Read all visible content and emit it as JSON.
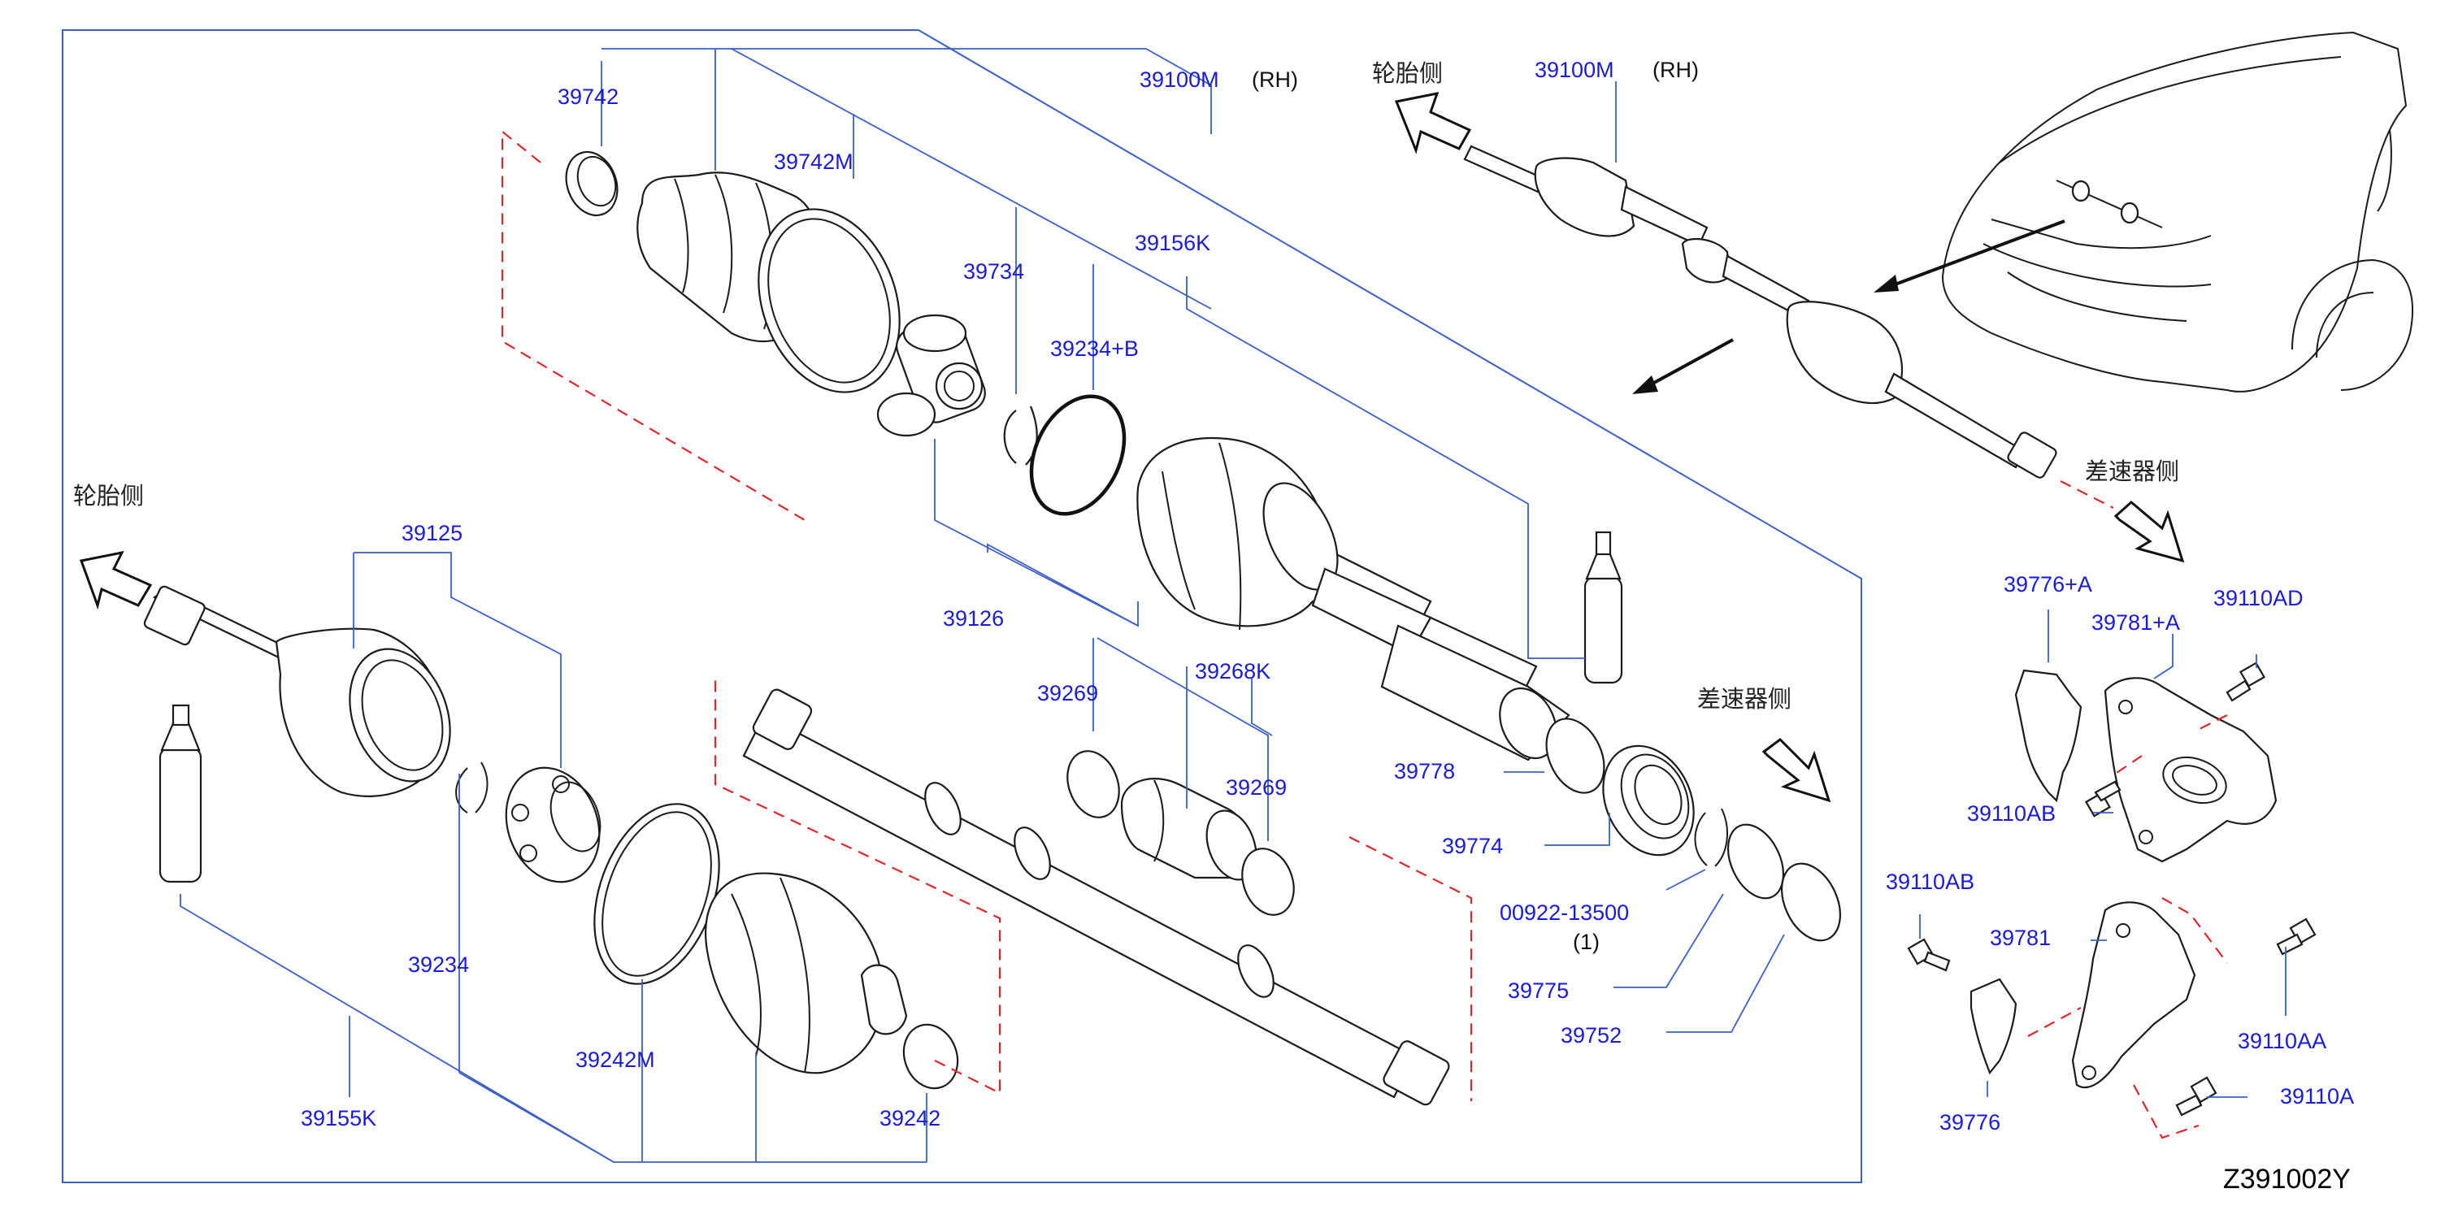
{
  "diagram": {
    "code": "Z391002Y",
    "side_labels": {
      "wheel_side": "轮胎侧",
      "diff_side": "差速器侧"
    },
    "rh_tag": "(RH)",
    "labels": {
      "p39742": "39742",
      "p39742M": "39742M",
      "p39100M_main": "39100M",
      "p39156K": "39156K",
      "p39734": "39734",
      "p39234B": "39234+B",
      "p39125": "39125",
      "p39126": "39126",
      "p39269_a": "39269",
      "p39268K": "39268K",
      "p39269_b": "39269",
      "p39778": "39778",
      "p39774": "39774",
      "p00922": "00922-13500",
      "qty1": "(1)",
      "p39775": "39775",
      "p39752": "39752",
      "p39234": "39234",
      "p39242M": "39242M",
      "p39242": "39242",
      "p39155K": "39155K",
      "p39100M_inset": "39100M",
      "p39776A": "39776+A",
      "p39781A": "39781+A",
      "p39110AD": "39110AD",
      "p39110AB_a": "39110AB",
      "p39110AB_b": "39110AB",
      "p39781": "39781",
      "p39110AA": "39110AA",
      "p39776": "39776",
      "p39110A": "39110A"
    }
  }
}
